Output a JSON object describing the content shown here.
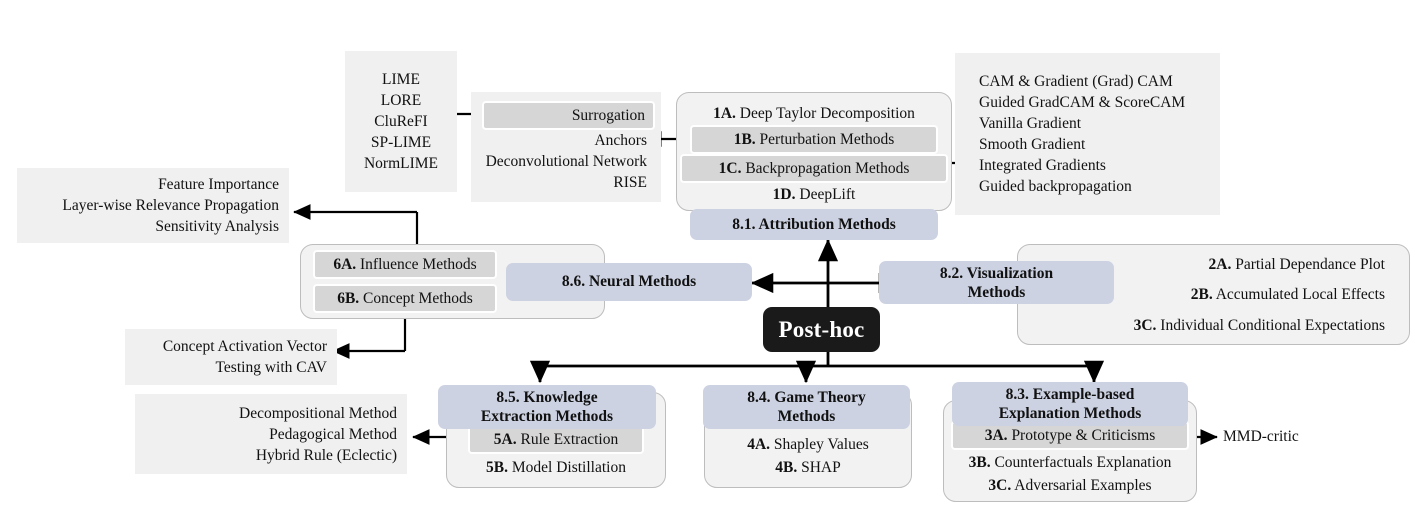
{
  "diagram": {
    "center_node": "Post-hoc",
    "groups": {
      "surrogation": {
        "rows": [
          {
            "text": "Surrogation",
            "chip": true
          },
          {
            "text": "Anchors",
            "chip": false
          },
          {
            "text": "Deconvolutional Network",
            "chip": false
          },
          {
            "text": "RISE",
            "chip": false
          }
        ]
      },
      "lime_list": {
        "items": [
          "LIME",
          "LORE",
          "CluReFI",
          "SP-LIME",
          "NormLIME"
        ]
      },
      "attribution": {
        "banner": "8.1. Attribution Methods",
        "rows": [
          {
            "num": "1A.",
            "text": " Deep Taylor Decomposition",
            "chip": false
          },
          {
            "num": "1B.",
            "text": " Perturbation Methods",
            "chip": true
          },
          {
            "num": "1C.",
            "text": " Backpropagation Methods",
            "chip": true
          },
          {
            "num": "1D.",
            "text": " DeepLift",
            "chip": false
          }
        ]
      },
      "cam_list": {
        "items": [
          "CAM & Gradient (Grad) CAM",
          "Guided GradCAM & ScoreCAM",
          "Vanilla Gradient",
          "Smooth Gradient",
          "Integrated Gradients",
          "Guided backpropagation"
        ]
      },
      "feature_importance": {
        "items": [
          "Feature Importance",
          "Layer-wise Relevance Propagation",
          "Sensitivity Analysis"
        ]
      },
      "neural": {
        "banner": "8.6. Neural Methods",
        "rows": [
          {
            "num": "6A.",
            "text": " Influence Methods",
            "chip": true
          },
          {
            "num": "6B.",
            "text": " Concept Methods",
            "chip": true
          }
        ]
      },
      "cav_list": {
        "items": [
          "Concept Activation Vector",
          "Testing with CAV"
        ]
      },
      "visualization": {
        "banner_line1": "8.2. Visualization",
        "banner_line2": "Methods",
        "rows": [
          {
            "num": "2A.",
            "text": " Partial Dependance Plot"
          },
          {
            "num": "2B.",
            "text": " Accumulated Local Effects"
          },
          {
            "num": "3C.",
            "text": " Individual Conditional Expectations"
          }
        ]
      },
      "knowledge": {
        "banner_line1": "8.5. Knowledge",
        "banner_line2": "Extraction Methods",
        "rows": [
          {
            "num": "5A.",
            "text": " Rule Extraction",
            "chip": true
          },
          {
            "num": "5B.",
            "text": " Model Distillation",
            "chip": false
          }
        ]
      },
      "rule_list": {
        "items": [
          "Decompositional Method",
          "Pedagogical Method",
          "Hybrid Rule (Eclectic)"
        ]
      },
      "game_theory": {
        "banner_line1": "8.4. Game Theory",
        "banner_line2": "Methods",
        "rows": [
          {
            "num": "4A.",
            "text": " Shapley Values",
            "chip": false
          },
          {
            "num": "4B.",
            "text": " SHAP",
            "chip": false
          }
        ]
      },
      "example_based": {
        "banner_line1": "8.3. Example-based",
        "banner_line2": "Explanation Methods",
        "rows": [
          {
            "num": "3A.",
            "text": " Prototype & Criticisms",
            "chip": true
          },
          {
            "num": "3B.",
            "text": " Counterfactuals Explanation",
            "chip": false
          },
          {
            "num": "3C.",
            "text": " Adversarial Examples",
            "chip": false
          }
        ]
      },
      "mmd": {
        "label": "MMD-critic"
      }
    },
    "colors": {
      "banner": "#ccd2e2",
      "chip": "#d6d6d6",
      "leaf": "#f0f0f0",
      "group": "#f2f2f2",
      "center": "#1a1a1a",
      "edge": "#000000"
    }
  }
}
